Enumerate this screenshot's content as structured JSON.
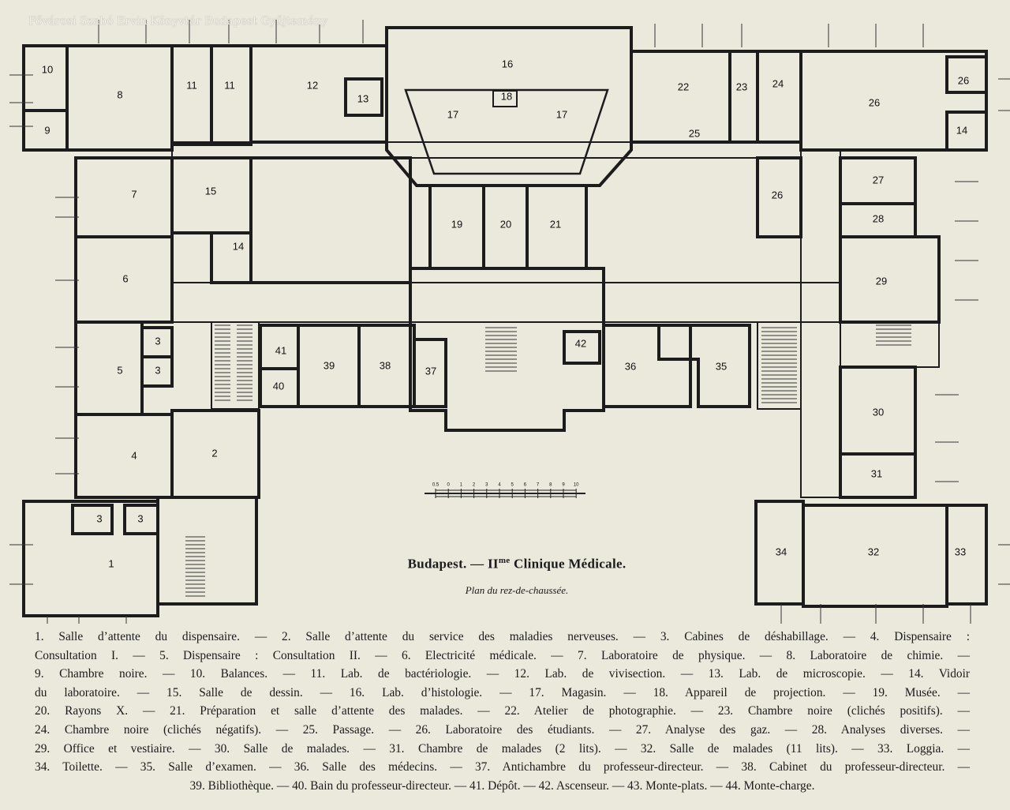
{
  "watermark": "Fővárosi Szabó Ervin Könyvtár Budapest Gyűjtemény",
  "title": {
    "main": "Budapest. — II",
    "sup": "me",
    "rest": " Clinique Médicale."
  },
  "subtitle": "Plan du rez-de-chaussée.",
  "scale": {
    "ticks": [
      "0.5",
      "0",
      "1",
      "2",
      "3",
      "4",
      "5",
      "6",
      "7",
      "8",
      "9",
      "10"
    ]
  },
  "plan": {
    "labels": [
      "10",
      "8",
      "9",
      "11",
      "11",
      "12",
      "13",
      "16",
      "18",
      "17",
      "17",
      "22",
      "23",
      "24",
      "26",
      "26",
      "14",
      "25",
      "7",
      "15",
      "19",
      "20",
      "21",
      "26",
      "27",
      "28",
      "14",
      "6",
      "29",
      "3",
      "3",
      "5",
      "41",
      "39",
      "38",
      "37",
      "42",
      "36",
      "35",
      "40",
      "30",
      "2",
      "4",
      "31",
      "3",
      "3",
      "1",
      "34",
      "32",
      "33"
    ]
  },
  "legend": {
    "lines": [
      "1. Salle d’attente du dispensaire. — 2. Salle d’attente du service des maladies nerveuses. — 3. Cabines de déshabillage. — 4. Dispensaire :",
      "Consultation I. — 5. Dispensaire : Consultation II. — 6. Electricité médicale. — 7. Laboratoire de physique. — 8. Laboratoire de chimie. —",
      "9. Chambre noire. — 10. Balances. — 11. Lab. de bactériologie. — 12. Lab. de vivisection. — 13. Lab. de microscopie. — 14. Vidoir",
      "du laboratoire. — 15. Salle de dessin. — 16. Lab. d’histologie. — 17. Magasin. — 18. Appareil de projection. — 19. Musée. —",
      "20. Rayons X. — 21. Préparation et salle d’attente des malades. — 22. Atelier de photographie. — 23. Chambre noire (clichés positifs). —",
      "24. Chambre noire (clichés négatifs). — 25. Passage. — 26. Laboratoire des étudiants. — 27. Analyse des gaz. — 28. Analyses diverses. —",
      "29. Office et vestiaire. — 30. Salle de malades. — 31. Chambre de malades (2 lits). — 32. Salle de malades (11 lits). — 33. Loggia. —",
      "34. Toilette. — 35. Salle d’examen. — 36. Salle des médecins. — 37. Antichambre du professeur-directeur. — 38. Cabinet du professeur-directeur. —",
      "39. Bibliothèque. — 40. Bain du professeur-directeur. — 41. Dépôt. — 42. Ascenseur. — 43. Monte-plats. — 44. Monte-charge."
    ]
  }
}
